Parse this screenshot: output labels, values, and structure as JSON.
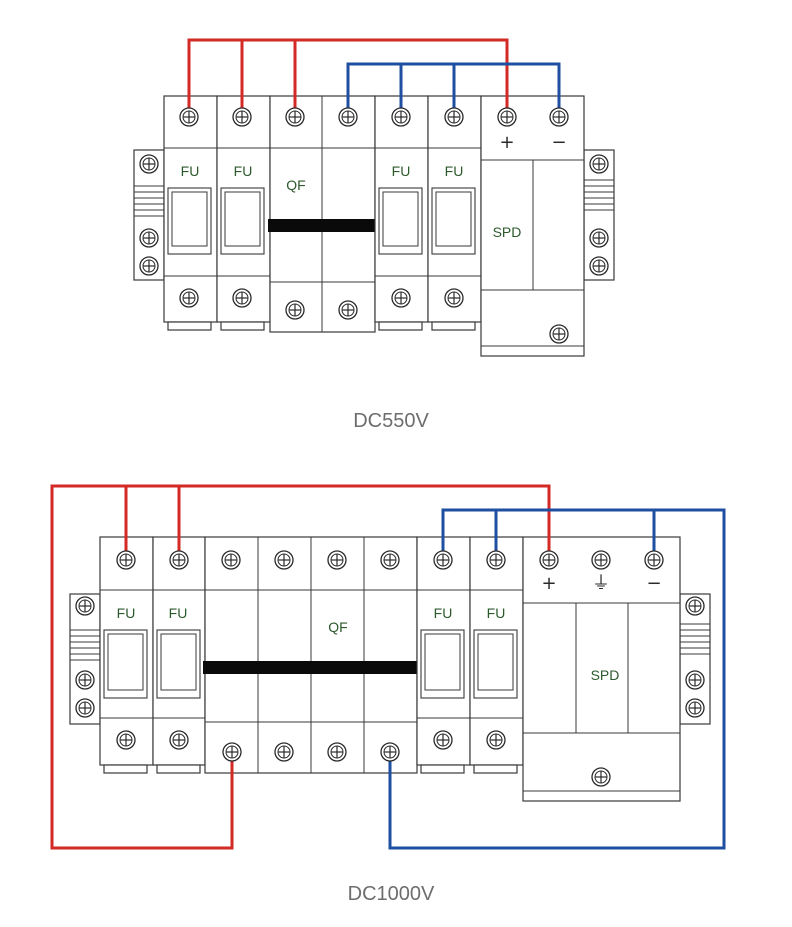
{
  "diagrams": [
    {
      "caption": "DC550V",
      "fuse_label": "FU",
      "breaker_label": "QF",
      "spd_label": "SPD",
      "spd_terminals": [
        "+",
        "−"
      ]
    },
    {
      "caption": "DC1000V",
      "fuse_label": "FU",
      "breaker_label": "QF",
      "spd_label": "SPD",
      "spd_terminals": [
        "+",
        "⏚",
        "−"
      ]
    }
  ],
  "colors": {
    "positive_wire": "#d32a26",
    "negative_wire": "#1f4fa0",
    "outline": "#3a3a3a",
    "label_text": "#2d5a2d"
  },
  "icons": [
    "screw-terminal-icon",
    "ground-symbol-icon",
    "din-rail-end-clamp-icon"
  ]
}
